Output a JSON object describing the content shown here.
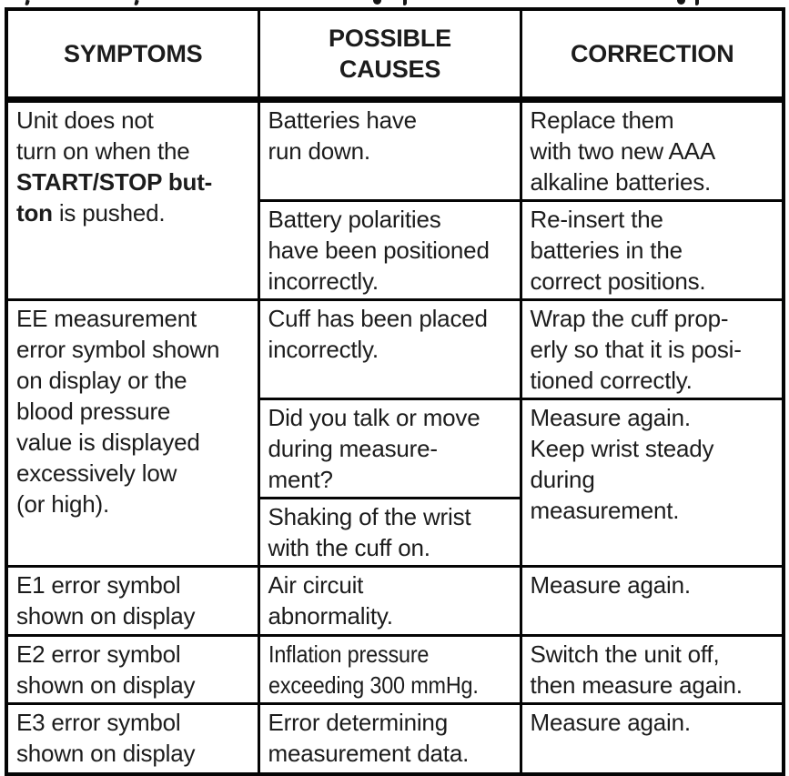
{
  "colors": {
    "background": "#ffffff",
    "text": "#1c1c1c",
    "border": "#000000"
  },
  "table": {
    "headers": [
      "SYMPTOMS",
      "POSSIBLE\nCAUSES",
      "CORRECTION"
    ],
    "rows": {
      "unit_not_turn_on": {
        "symptom_pre": "Unit does not\nturn on when the\n",
        "symptom_bold": "START/STOP but-\nton",
        "symptom_post": " is pushed.",
        "cause_1": "Batteries have\nrun down.",
        "correction_1": "Replace them\nwith two new AAA\nalkaline batteries.",
        "cause_2": "Battery polarities\nhave been positioned\nincorrectly.",
        "correction_2": "Re-insert the\nbatteries in the\ncorrect positions."
      },
      "ee_error": {
        "symptom": "EE measurement\nerror symbol shown\non display or the\nblood pressure\nvalue is displayed\nexcessively low\n(or high).",
        "cause_1": "Cuff has been placed\nincorrectly.",
        "correction_1": "Wrap the cuff prop-\nerly so that it is posi-\ntioned correctly.",
        "cause_2": "Did you talk or move\nduring measure-\nment?",
        "cause_3": "Shaking of the wrist\nwith the cuff on.",
        "correction_2_3": "Measure again.\nKeep wrist steady\nduring\nmeasurement."
      },
      "e1_error": {
        "symptom": "E1 error symbol\nshown on display",
        "cause": "Air circuit\nabnormality.",
        "correction": "Measure again."
      },
      "e2_error": {
        "symptom": "E2 error symbol\nshown on display",
        "cause": "Inflation pressure\nexceeding 300 mmHg.",
        "correction": "Switch the unit off,\nthen measure again."
      },
      "e3_error": {
        "symptom": "E3 error symbol\nshown on display",
        "cause": "Error determining\nmeasurement data.",
        "correction": "Measure again."
      }
    }
  }
}
